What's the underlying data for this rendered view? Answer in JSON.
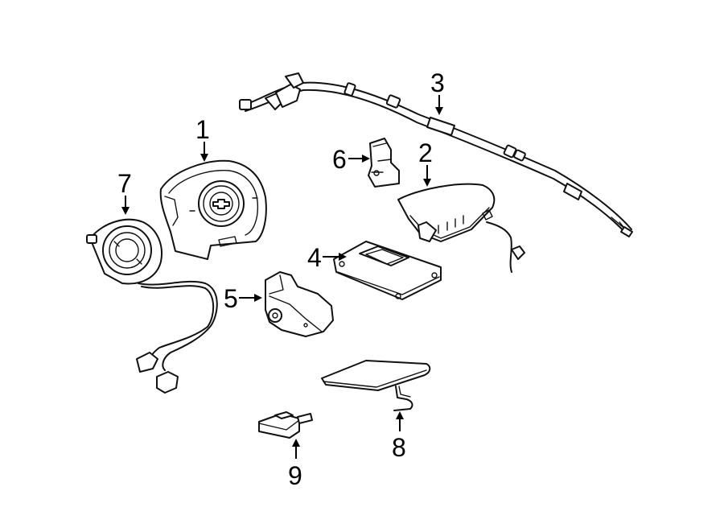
{
  "diagram": {
    "callouts": [
      {
        "id": "1",
        "label": "1",
        "part": "steering-wheel-airbag"
      },
      {
        "id": "2",
        "label": "2",
        "part": "passenger-airbag"
      },
      {
        "id": "3",
        "label": "3",
        "part": "curtain-airbag"
      },
      {
        "id": "4",
        "label": "4",
        "part": "airbag-control-module"
      },
      {
        "id": "5",
        "label": "5",
        "part": "impact-sensor"
      },
      {
        "id": "6",
        "label": "6",
        "part": "front-sensor"
      },
      {
        "id": "7",
        "label": "7",
        "part": "clockspring"
      },
      {
        "id": "8",
        "label": "8",
        "part": "knee-airbag"
      },
      {
        "id": "9",
        "label": "9",
        "part": "occupant-sensor"
      }
    ],
    "colors": {
      "line": "#111111",
      "background": "#ffffff",
      "text": "#000000"
    }
  }
}
